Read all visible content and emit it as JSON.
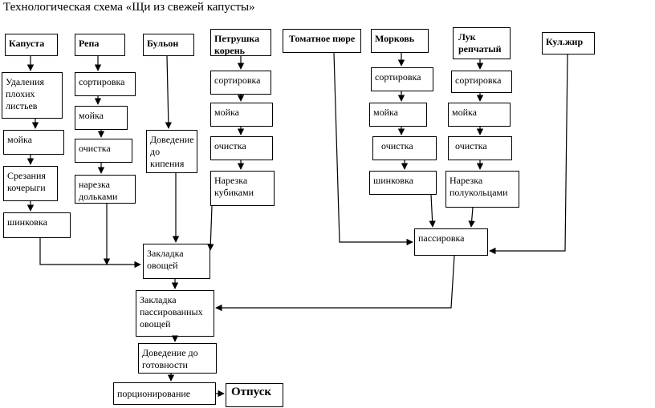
{
  "title": "Технологическая схема «Щи из свежей капусты»",
  "columns": {
    "kapusta": {
      "header": "Капуста",
      "steps": [
        "Удаления плохих листьев",
        "мойка",
        "Срезания кочерыги",
        "шинковка"
      ]
    },
    "repa": {
      "header": "Репа",
      "steps": [
        "сортировка",
        "мойка",
        "очистка",
        "нарезка дольками"
      ]
    },
    "bulon": {
      "header": "Бульон",
      "steps": [
        "Доведение до кипения"
      ]
    },
    "petrushka": {
      "header": "Петрушка корень",
      "steps": [
        "сортировка",
        "мойка",
        "очистка",
        "Нарезка кубиками"
      ]
    },
    "tomat": {
      "header": "Томатное пюре"
    },
    "morkov": {
      "header": "Морковь",
      "steps": [
        "сортировка",
        "мойка",
        "очистка",
        "шинковка"
      ]
    },
    "luk": {
      "header": "Лук репчатый",
      "steps": [
        "сортировка",
        "мойка",
        "очистка",
        "Нарезка полукольцами"
      ]
    },
    "kulzhir": {
      "header": "Кул.жир"
    }
  },
  "flow": {
    "passirovka": "пассировка",
    "zakladka_ovoshchey": "Закладка овощей",
    "zakladka_passirovannyh": "Закладка пассированных овощей",
    "dovedenie_do_gotovnosti": "Доведение до готовности",
    "porcionirovanie": "порционирование",
    "otpusk": "Отпуск"
  }
}
